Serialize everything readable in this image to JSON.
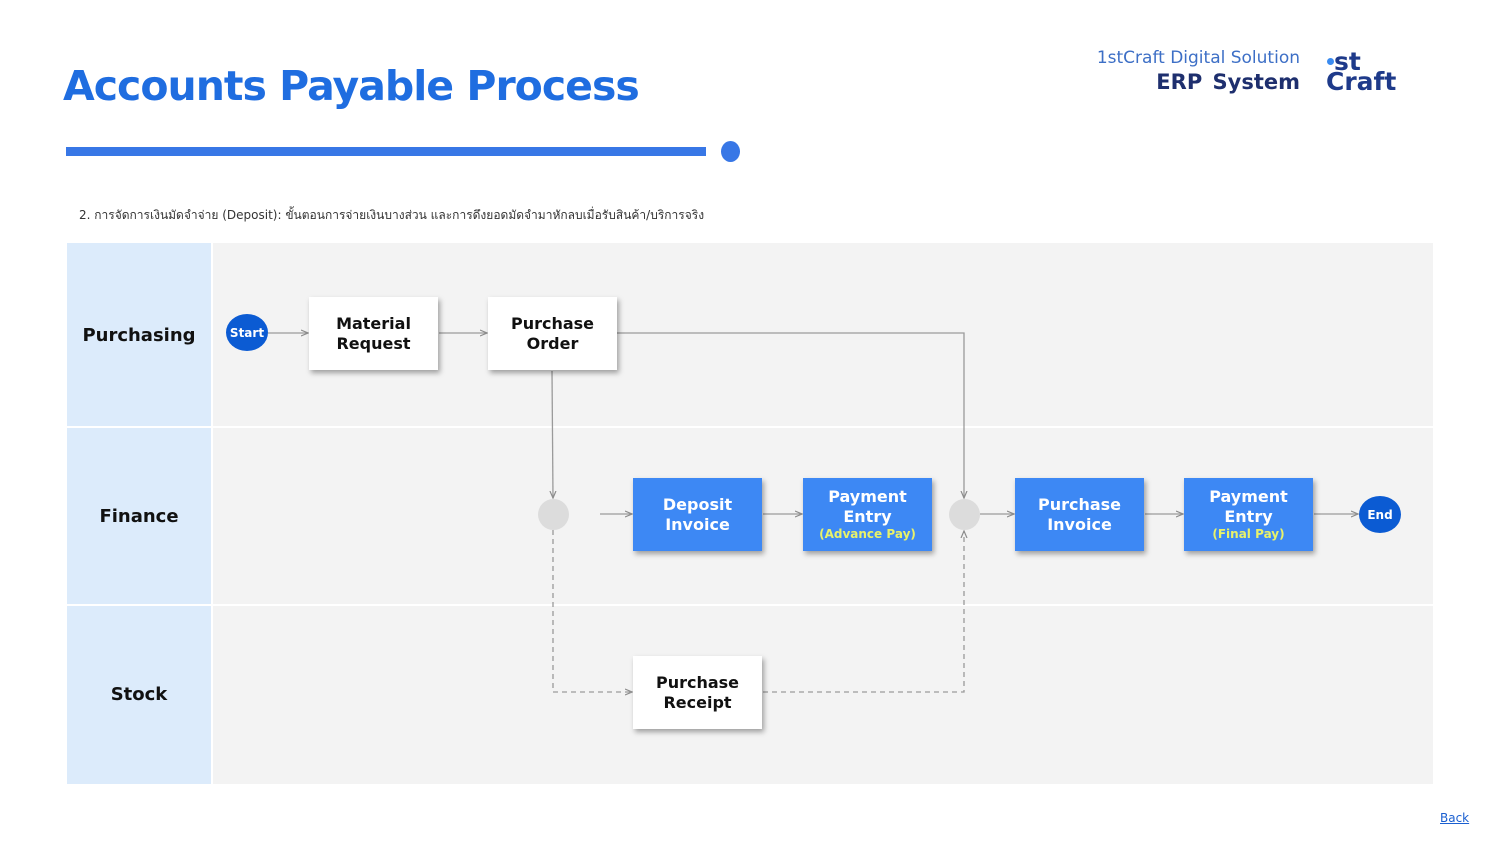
{
  "header": {
    "title": "Accounts Payable Process",
    "brand_line1": "1stCraft Digital Solution",
    "brand_line2": "ERP System",
    "logo_top": "st",
    "logo_bottom": "Craft"
  },
  "caption": "2. การจัดการเงินมัดจำจ่าย (Deposit): ขั้นตอนการจ่ายเงินบางส่วน และการดึงยอดมัดจำมาหักลบเมื่อรับสินค้า/บริการจริง",
  "lanes": {
    "purchasing": "Purchasing",
    "finance": "Finance",
    "stock": "Stock"
  },
  "nodes": {
    "start": "Start",
    "end": "End",
    "material_request": {
      "line1": "Material",
      "line2": "Request"
    },
    "purchase_order": {
      "line1": "Purchase",
      "line2": "Order"
    },
    "deposit_invoice": {
      "line1": "Deposit",
      "line2": "Invoice"
    },
    "payment_entry_advance": {
      "line1": "Payment",
      "line2": "Entry",
      "sub": "(Advance Pay)"
    },
    "purchase_invoice": {
      "line1": "Purchase",
      "line2": "Invoice"
    },
    "payment_entry_final": {
      "line1": "Payment",
      "line2": "Entry",
      "sub": "(Final Pay)"
    },
    "purchase_receipt": {
      "line1": "Purchase",
      "line2": "Receipt"
    }
  },
  "footer": {
    "back_label": "Back"
  },
  "colors": {
    "title": "#1f6de0",
    "lane_label_bg": "#dcebfb",
    "lane_bg": "#f3f3f3",
    "blue_box": "#3d88f4",
    "highlight_text": "#e8f26a",
    "start_end": "#0b5bd3",
    "gateway": "#dcdcdc"
  }
}
